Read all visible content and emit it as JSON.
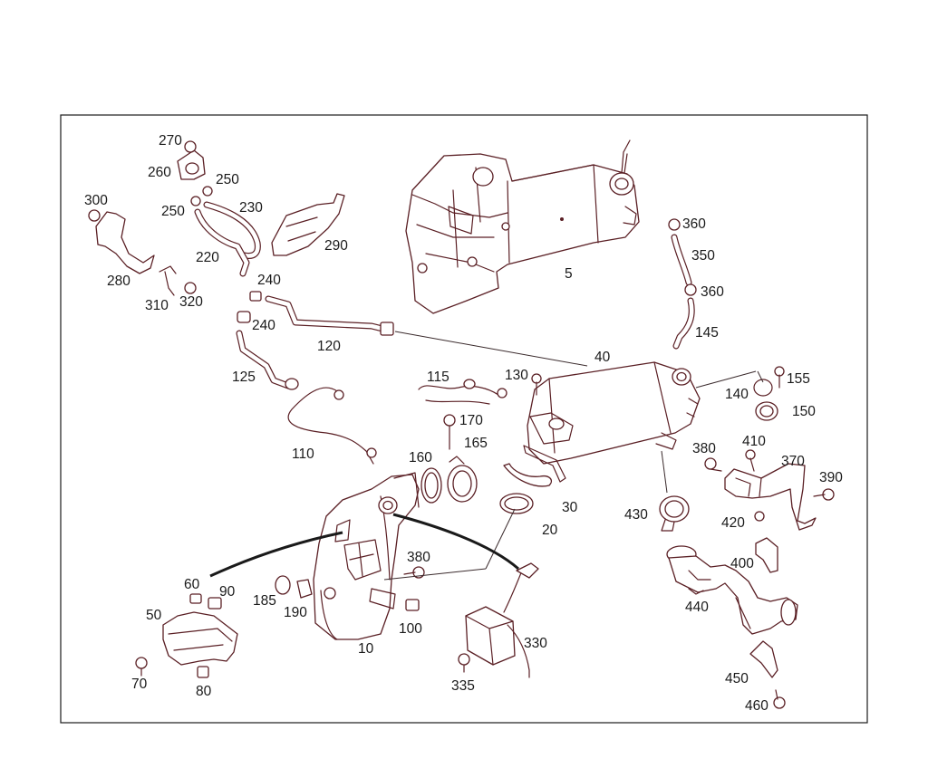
{
  "diagram": {
    "callouts": [
      {
        "id": "c270",
        "text": "270"
      },
      {
        "id": "c260",
        "text": "260"
      },
      {
        "id": "c250a",
        "text": "250"
      },
      {
        "id": "c250b",
        "text": "250"
      },
      {
        "id": "c230",
        "text": "230"
      },
      {
        "id": "c300",
        "text": "300"
      },
      {
        "id": "c220",
        "text": "220"
      },
      {
        "id": "c290",
        "text": "290"
      },
      {
        "id": "c280",
        "text": "280"
      },
      {
        "id": "c240a",
        "text": "240"
      },
      {
        "id": "c310",
        "text": "310"
      },
      {
        "id": "c320",
        "text": "320"
      },
      {
        "id": "c240b",
        "text": "240"
      },
      {
        "id": "c120",
        "text": "120"
      },
      {
        "id": "c125",
        "text": "125"
      },
      {
        "id": "c5",
        "text": "5"
      },
      {
        "id": "c360a",
        "text": "360"
      },
      {
        "id": "c350",
        "text": "350"
      },
      {
        "id": "c360b",
        "text": "360"
      },
      {
        "id": "c145",
        "text": "145"
      },
      {
        "id": "c40",
        "text": "40"
      },
      {
        "id": "c115",
        "text": "115"
      },
      {
        "id": "c130",
        "text": "130"
      },
      {
        "id": "c155",
        "text": "155"
      },
      {
        "id": "c140",
        "text": "140"
      },
      {
        "id": "c150",
        "text": "150"
      },
      {
        "id": "c110",
        "text": "110"
      },
      {
        "id": "c170",
        "text": "170"
      },
      {
        "id": "c165",
        "text": "165"
      },
      {
        "id": "c160",
        "text": "160"
      },
      {
        "id": "c380a",
        "text": "380"
      },
      {
        "id": "c410",
        "text": "410"
      },
      {
        "id": "c370",
        "text": "370"
      },
      {
        "id": "c390",
        "text": "390"
      },
      {
        "id": "c30",
        "text": "30"
      },
      {
        "id": "c20",
        "text": "20"
      },
      {
        "id": "c430",
        "text": "430"
      },
      {
        "id": "c420",
        "text": "420"
      },
      {
        "id": "c400",
        "text": "400"
      },
      {
        "id": "c380b",
        "text": "380"
      },
      {
        "id": "c60",
        "text": "60"
      },
      {
        "id": "c90",
        "text": "90"
      },
      {
        "id": "c185",
        "text": "185"
      },
      {
        "id": "c190",
        "text": "190"
      },
      {
        "id": "c440",
        "text": "440"
      },
      {
        "id": "c50",
        "text": "50"
      },
      {
        "id": "c100",
        "text": "100"
      },
      {
        "id": "c330",
        "text": "330"
      },
      {
        "id": "c10",
        "text": "10"
      },
      {
        "id": "c70",
        "text": "70"
      },
      {
        "id": "c80",
        "text": "80"
      },
      {
        "id": "c335",
        "text": "335"
      },
      {
        "id": "c450",
        "text": "450"
      },
      {
        "id": "c460",
        "text": "460"
      }
    ]
  }
}
